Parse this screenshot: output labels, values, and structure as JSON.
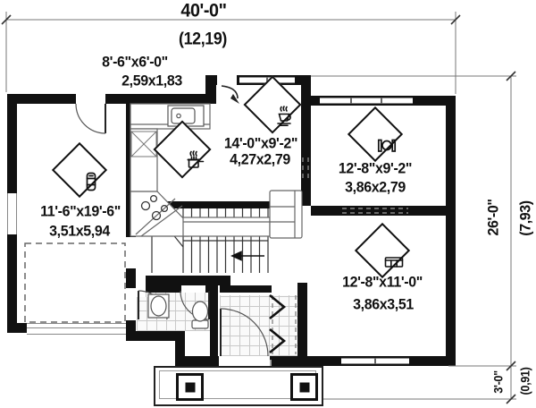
{
  "drawing": {
    "type": "house floor plan, main level",
    "wall_color": "#111111",
    "line_color": "#555555",
    "dim_line_color": "#777777",
    "background": "#ffffff"
  },
  "dimensions": {
    "overall_width": {
      "imperial": "40'-0\"",
      "metric": "(12,19)"
    },
    "overall_depth": {
      "imperial": "26'-0\"",
      "metric": "(7,93)"
    },
    "porch_depth": {
      "imperial": "3'-0\"",
      "metric": "(0,91)"
    }
  },
  "rooms": {
    "garage": {
      "imperial": "11'-6\"x19'-6\"",
      "metric": "3,51x5,94",
      "icon": "car-icon"
    },
    "rear_deck": {
      "imperial": "8'-6\"x6'-0\"",
      "metric": "2,59x1,83"
    },
    "kitchen_dining": {
      "imperial": "14'-0\"x9'-2\"",
      "metric": "4,27x2,79",
      "icons": [
        "cooking-pot-icon",
        "coffee-cup-icon"
      ]
    },
    "dining_room": {
      "imperial": "12'-8\"x9'-2\"",
      "metric": "3,86x2,79",
      "icon": "table-icon"
    },
    "living_room": {
      "imperial": "12'-8\"x11'-0\"",
      "metric": "3,86x3,51",
      "icon": "sofa-icon"
    }
  }
}
